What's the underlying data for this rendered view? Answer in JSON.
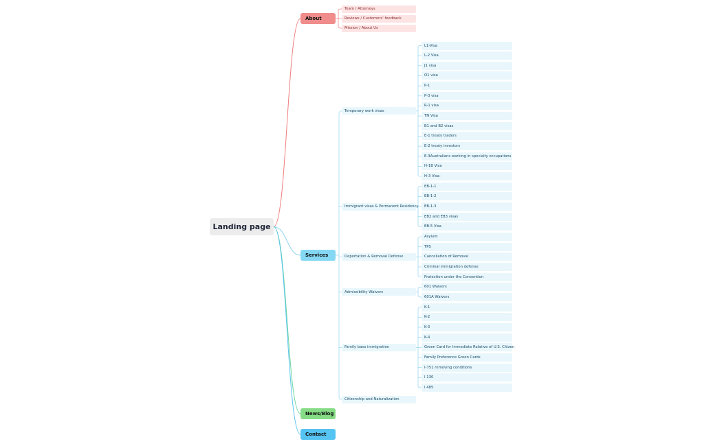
{
  "root": {
    "label": "Landing page"
  },
  "colors": {
    "about": "#f08c8c",
    "about_leaf_bg": "#fde4e4",
    "about_leaf_text": "#8a2a2a",
    "about_line": "#f07c7c",
    "services": "#84d8f4",
    "services_leaf_bg": "#e9f7fc",
    "services_leaf_text": "#1a4a66",
    "services_line": "#8fd3ef",
    "news": "#86dc86",
    "news_line": "#6cd6a0",
    "contact": "#56c4f2",
    "contact_line": "#5ac5ee",
    "root_bg": "#ececec",
    "root_text": "#1e2436"
  },
  "about": {
    "label": "About",
    "items": [
      "Team / Attorneys",
      "Reviews / Customers' feedback",
      "Mission / About Us"
    ]
  },
  "services": {
    "label": "Services",
    "categories": [
      {
        "label": "Temporary work visas",
        "items": [
          "L1-Visa",
          "L-2 Visa",
          "J1 visa",
          "O1 visa",
          "P-1",
          "P-3 visa",
          "R-1 visa",
          "TN Visa",
          "B1 and B2 visas",
          "E-1 treaty traders",
          "E-2 treaty investors",
          "E-3Australians working in specialty occupations",
          "H-1B Visa",
          "H-3 Visa-"
        ]
      },
      {
        "label": "Immigrant visas & Permanent Residency",
        "items": [
          "EB-1-1",
          "EB-1-2",
          "EB-1-3",
          "EB2 and EB3 visas",
          "EB-5 Visa"
        ]
      },
      {
        "label": "Deportation & Removal Defense",
        "items": [
          "Asylum",
          "TPS",
          "Cancellation of Removal",
          "Criminal immigration defense",
          "Protection under the Convention"
        ]
      },
      {
        "label": "Admissibility Waivers",
        "items": [
          "601 Waivers",
          "601A Waivers"
        ]
      },
      {
        "label": "Family base immigration",
        "items": [
          "K-1",
          "K-2",
          "K-3",
          "K-4",
          "Green Card for Immediate Relative of U.S. Citizen",
          "Family Preference Green Cards",
          "I-751 removing conditions",
          "I 130",
          "I 485"
        ]
      },
      {
        "label": "Citizenship and Naturalization",
        "items": []
      }
    ]
  },
  "news": {
    "label": "News/Blog"
  },
  "contact": {
    "label": "Contact"
  }
}
